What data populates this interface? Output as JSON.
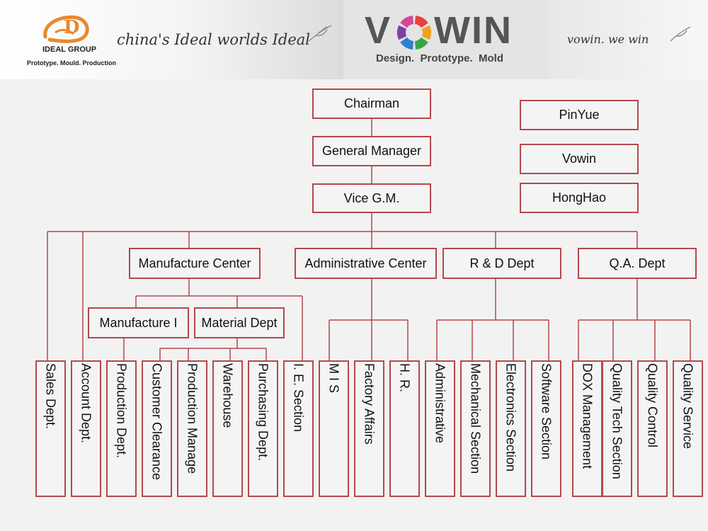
{
  "header": {
    "left_logo": {
      "monogram": "D",
      "name": "IDEAL GROUP",
      "subtitle": "Prototype. Mould. Production",
      "color": "#e8892f"
    },
    "left_tagline": "china's Ideal worlds Ideal",
    "center_logo": {
      "wordmark_left": "V",
      "wordmark_right": "WIN",
      "subtitle": "Design.  Prototype.  Mold",
      "color": "#555555",
      "gear_colors": [
        "#e8403e",
        "#f0a21c",
        "#37a745",
        "#2f7fd0",
        "#7d3fa8",
        "#d9449a"
      ]
    },
    "right_tagline": "vowin. we win"
  },
  "org": {
    "chairman": "Chairman",
    "general_manager": "General Manager",
    "vice_gm": "Vice G.M.",
    "affiliates": [
      "PinYue",
      "Vowin",
      "HongHao"
    ],
    "centers": {
      "manufacture": "Manufacture Center",
      "administrative": "Administrative Center",
      "rd": "R & D Dept",
      "qa": "Q.A. Dept"
    },
    "sub_depts": {
      "manufacture_i": "Manufacture I",
      "material": "Material Dept"
    },
    "leaf_units": [
      "Sales Dept.",
      "Account Dept.",
      "Production Dept.",
      "Customer Clearance",
      "Production Manage",
      "Warehouse",
      "Purchasing Dept.",
      "I. E. Section",
      "M I S",
      "Factory Affairs",
      "H. R.",
      "Administrative",
      "Mechanical Section",
      "Electronics Section",
      "Software Section",
      "DOX Management",
      "Quality Tech Section",
      "Quality Control",
      "Quality Service"
    ]
  },
  "colors": {
    "box_border": "#b5484b",
    "connector": "#b5484b",
    "background": "#f2f2f2"
  }
}
